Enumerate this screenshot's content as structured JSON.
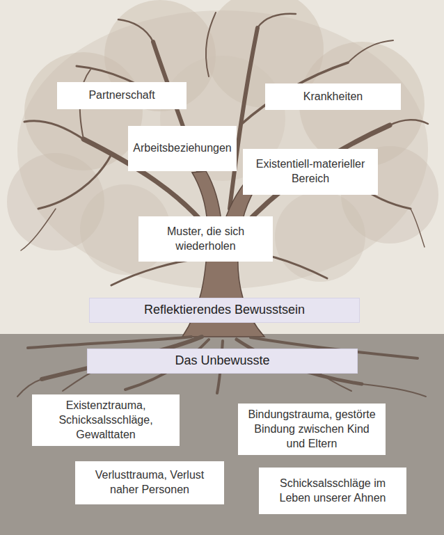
{
  "diagram": {
    "nodes": [
      {
        "text": [
          "Partnerschaft"
        ]
      },
      {
        "text": [
          "Krankheiten"
        ]
      },
      {
        "text": [
          "Arbeitsbeziehungen"
        ]
      },
      {
        "text": [
          "Existentiell-materieller Bereich"
        ]
      },
      {
        "text": [
          "Muster, die sich wiederholen"
        ]
      },
      {
        "text": [
          "Reflektierendes Bewusstsein"
        ]
      },
      {
        "text": [
          "Das Unbewusste"
        ]
      },
      {
        "text": [
          "Existenztrauma, Schicksalsschläge, Gewalttaten"
        ]
      },
      {
        "text": [
          "Bindungstrauma, gestörte Bindung zwischen Kind und Eltern"
        ]
      },
      {
        "text": [
          "Verlusttrauma, Verlust naher Personen"
        ]
      },
      {
        "text": [
          "Schicksalsschläge im Leben unserer Ahnen"
        ]
      }
    ]
  }
}
